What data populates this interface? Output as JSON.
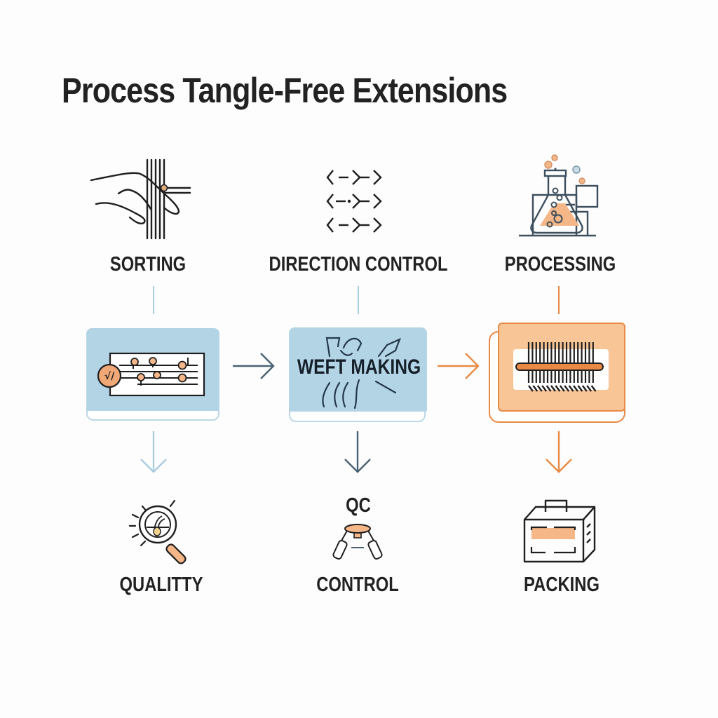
{
  "title": "Process Tangle-Free Extensions",
  "colors": {
    "blue_fill": "#b3d4e5",
    "blue_line": "#a9cde0",
    "navy": "#4a6273",
    "orange_fill": "#f8c597",
    "orange_line": "#e88a45",
    "ink": "#1f1f1f"
  },
  "top_row": [
    {
      "label": "SORTING",
      "icon": "hand-sorting-strands-icon"
    },
    {
      "label": "DIRECTION CONTROL",
      "icon": "diamond-arrows-icon"
    },
    {
      "label": "PROCESSING",
      "icon": "chemistry-flask-icon"
    }
  ],
  "middle_row": [
    {
      "label": "",
      "icon": "checklist-board-icon"
    },
    {
      "label": "WEFT MAKING",
      "icon": "weft-strands-icon"
    },
    {
      "label": "",
      "icon": "comb-weft-icon"
    }
  ],
  "bottom_row": [
    {
      "label": "QUALITTY",
      "icon": "magnifier-hair-icon"
    },
    {
      "label_top": "QC",
      "label": "CONTROL",
      "icon": "qc-stool-icon"
    },
    {
      "label": "PACKING",
      "icon": "packing-box-icon"
    }
  ]
}
